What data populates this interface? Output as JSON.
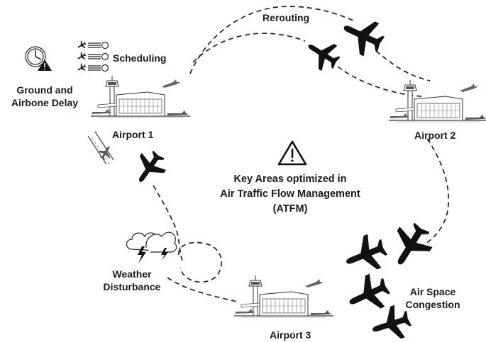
{
  "labels": {
    "ground_delay_line1": "Ground and",
    "ground_delay_line2": "Airbone Delay",
    "scheduling": "Scheduling",
    "airport1": "Airport 1",
    "airport2": "Airport 2",
    "airport3": "Airport 3",
    "rerouting": "Rerouting",
    "weather_line1": "Weather",
    "weather_line2": "Disturbance",
    "congestion_line1": "Air Space",
    "congestion_line2": "Congestion",
    "center_line1": "Key Areas optimized in",
    "center_line2": "Air Traffic Flow Management",
    "center_line3": "(ATFM)"
  },
  "icons": {
    "clock_warning": "clock-warning-icon",
    "schedule": "schedule-list-icon",
    "warning": "warning-triangle-icon",
    "storm": "storm-cloud-icon",
    "plane": "airplane-icon",
    "airport": "airport-terminal-icon",
    "runway": "runway-icon"
  },
  "colors": {
    "ink": "#111111",
    "text": "#1a1a1a",
    "background": "#ffffff"
  }
}
